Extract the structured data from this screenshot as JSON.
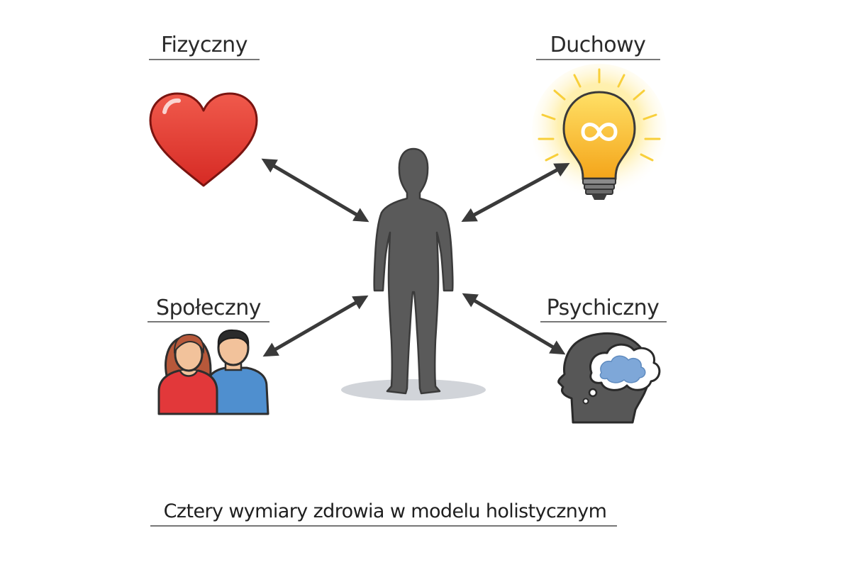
{
  "dimensions": {
    "physical": {
      "label": "Fizyczny",
      "icon": "heart-icon"
    },
    "spiritual": {
      "label": "Duchowy",
      "icon": "lightbulb-infinity-icon"
    },
    "social": {
      "label": "Społeczny",
      "icon": "couple-icon"
    },
    "mental": {
      "label": "Psychiczny",
      "icon": "head-thought-cloud-icon"
    }
  },
  "center": {
    "icon": "human-silhouette-icon"
  },
  "caption": "Cztery wymiary zdrowia w modelu holistycznym",
  "colors": {
    "heart": "#e2372f",
    "bulb": "#f7b41b",
    "silhouette": "#5a5a5a",
    "arrow": "#3a3a3a",
    "cloud": "#7ea7d8",
    "woman_shirt": "#e2383a",
    "man_shirt": "#4f8fcf"
  }
}
